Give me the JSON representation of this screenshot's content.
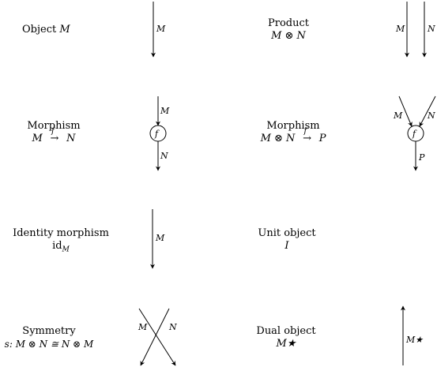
{
  "object": {
    "title": "Object",
    "symbol": "M",
    "wire": "M"
  },
  "product": {
    "title": "Product",
    "formula": "M ⊗ N",
    "wires": [
      "M",
      "N"
    ]
  },
  "morphism1": {
    "title": "Morphism",
    "formula": "M",
    "arrow_label": "f",
    "target": "N",
    "node": "f",
    "in": "M",
    "out": "N"
  },
  "morphism2": {
    "title": "Morphism",
    "formula": "M ⊗ N",
    "arrow_label": "f",
    "target": "P",
    "node": "f",
    "in": [
      "M",
      "N"
    ],
    "out": "P"
  },
  "identity": {
    "title": "Identity morphism",
    "formula": "id",
    "subscript": "M",
    "wire": "M"
  },
  "unit": {
    "title": "Unit object",
    "symbol": "I"
  },
  "symmetry": {
    "title": "Symmetry",
    "formula": "s: M ⊗ N ≅ N ⊗ M",
    "wires": [
      "M",
      "N"
    ]
  },
  "dual": {
    "title": "Dual object",
    "symbol": "M★",
    "wire": "M★"
  }
}
